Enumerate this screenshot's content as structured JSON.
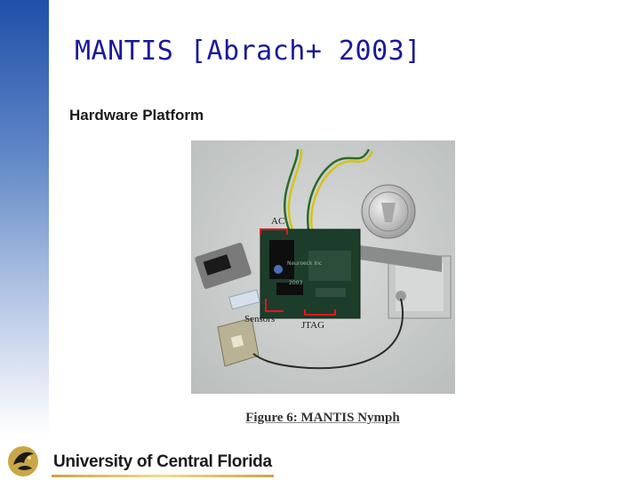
{
  "slide": {
    "title": "MANTIS [Abrach+ 2003]",
    "subtitle": "Hardware Platform"
  },
  "figure": {
    "labels": {
      "ac": "AC",
      "sensors": "Sensors",
      "jtag": "JTAG",
      "board_text_1": "Neuroeck Inc",
      "board_text_2": "2003"
    },
    "caption": "Figure 6: MANTIS Nymph"
  },
  "footer": {
    "university": "University of Central Florida"
  },
  "colors": {
    "title": "#1a1a99",
    "sidebar_top": "#1f4fa8",
    "logo_gold": "#c9a646"
  }
}
